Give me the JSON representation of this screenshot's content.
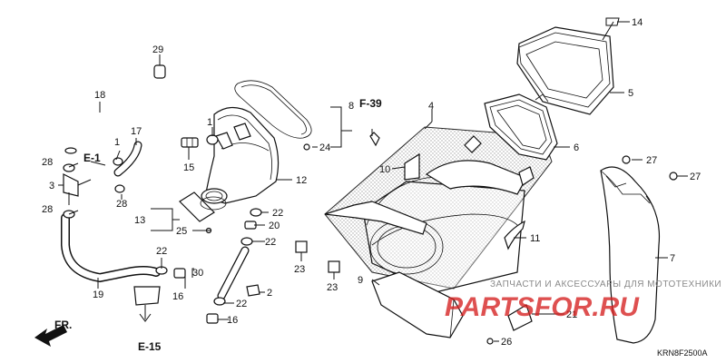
{
  "callouts": {
    "c1": "1",
    "c2": "2",
    "c3": "3",
    "c4": "4",
    "c5": "5",
    "c6": "6",
    "c7": "7",
    "c8": "8",
    "c9": "9",
    "c10": "10",
    "c11": "11",
    "c12": "12",
    "c13": "13",
    "c14": "14",
    "c15": "15",
    "c16a": "16",
    "c16b": "16",
    "c17": "17",
    "c18": "18",
    "c19": "19",
    "c20": "20",
    "c21": "21",
    "c22a": "22",
    "c22b": "22",
    "c22c": "22",
    "c22d": "22",
    "c23a": "23",
    "c23b": "23",
    "c24": "24",
    "c25": "25",
    "c26": "26",
    "c27a": "27",
    "c27b": "27",
    "c28a": "28",
    "c28b": "28",
    "c28c": "28",
    "c29": "29",
    "c30": "30"
  },
  "references": {
    "e1": "E-1",
    "e15": "E-15",
    "f39": "F-39",
    "fr": "FR."
  },
  "watermark": {
    "line1": "ЗАПЧАСТИ И АКСЕССУАРЫ ДЛЯ МОТОТЕХНИКИ",
    "line2": "PARTSFOR.RU"
  },
  "diagram_code": "KRN8F2500A",
  "colors": {
    "line": "#111111",
    "watermark_red": "#d6201f",
    "watermark_gray": "#8a8a8a",
    "hatch": "#9a9a9a",
    "background": "#ffffff"
  }
}
